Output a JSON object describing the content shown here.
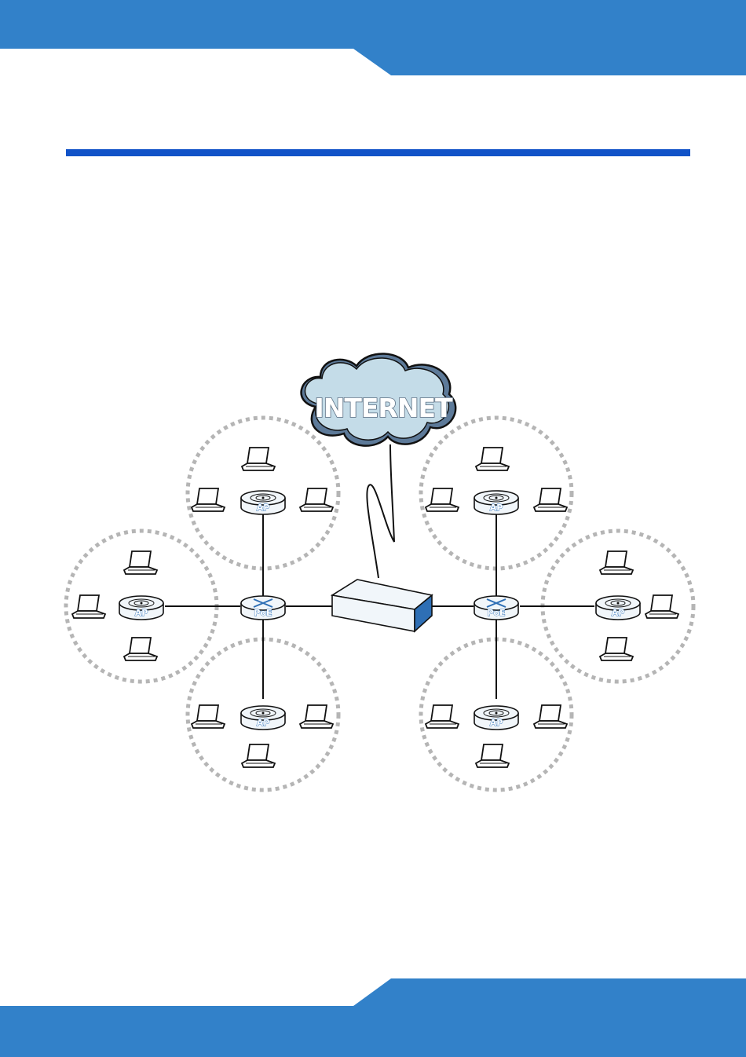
{
  "colors": {
    "band": "#3281c9",
    "rule": "#1153c8",
    "cloud_fill": "#c4dce8",
    "cloud_shadow": "#5d7a99",
    "device_fill": "#f1f6fa"
  },
  "diagram": {
    "cloud_label": "INTERNET",
    "ap_label": "AP",
    "poe_label": "PoE",
    "icons": {
      "cloud": "cloud-icon",
      "gateway": "router-icon",
      "switch": "poe-switch-icon",
      "access_point": "access-point-icon",
      "client": "laptop-icon"
    }
  }
}
